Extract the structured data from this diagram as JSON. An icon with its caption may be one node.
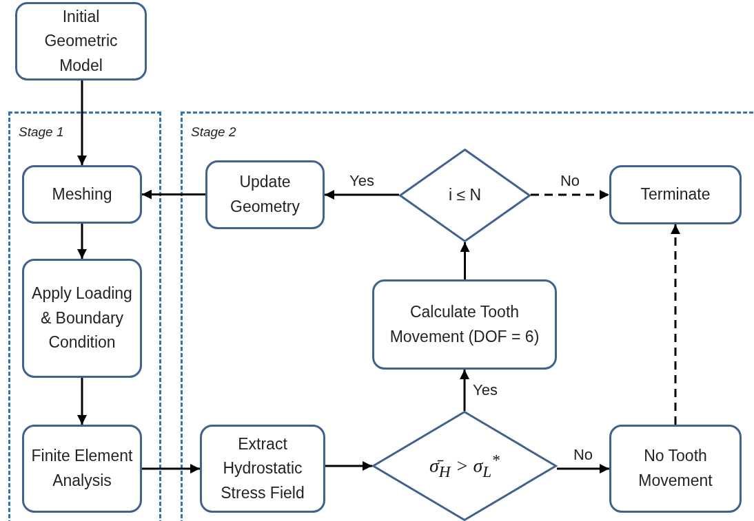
{
  "diagram": {
    "nodes": [
      {
        "text": [
          "Initial Geometric Model"
        ]
      },
      {
        "text": [
          "Stage 1"
        ]
      },
      {
        "text": [
          "Meshing"
        ],
        "in": 1
      },
      {
        "text": [
          "Apply Loading & Boundary Condition"
        ],
        "in": 1
      },
      {
        "text": [
          "Finite Element Analysis"
        ],
        "in": 1
      },
      {
        "text": [
          "Stage 2"
        ]
      },
      {
        "text": [
          "Update Geometry"
        ],
        "in": 5
      },
      {
        "text": [
          "i ≤ N"
        ],
        "in": 5
      },
      {
        "text": [
          "Terminate"
        ],
        "in": 5
      },
      {
        "text": [
          "Calculate Tooth Movement (DOF = 6)"
        ],
        "in": 5
      },
      {
        "text": [
          "Extract Hydrostatic Stress Field"
        ],
        "in": 5
      },
      {
        "text": [
          "σ̄$_{H}$ > σ$_{L}$$^{*}$"
        ],
        "in": 5
      },
      {
        "text": [
          "No Tooth Movement"
        ],
        "in": 5
      }
    ],
    "edges": [
      {
        "from": 0,
        "to": 2,
        "arrow": "to"
      },
      {
        "from": 2,
        "to": 3,
        "arrow": "to"
      },
      {
        "from": 3,
        "to": 4,
        "arrow": "to"
      },
      {
        "from": 4,
        "to": 10,
        "arrow": "to"
      },
      {
        "from": 10,
        "to": 11,
        "arrow": "to"
      },
      {
        "from": 11,
        "to": 9,
        "arrow": "to",
        "label": "Yes"
      },
      {
        "from": 11,
        "to": 12,
        "arrow": "to",
        "label": "No"
      },
      {
        "from": 12,
        "to": 8,
        "arrow": "to",
        "style": "dashed"
      },
      {
        "from": 9,
        "to": 7,
        "arrow": "to"
      },
      {
        "from": 7,
        "to": 6,
        "arrow": "to",
        "label": "Yes"
      },
      {
        "from": 7,
        "to": 8,
        "arrow": "to",
        "label": "No",
        "style": "dashed"
      },
      {
        "from": 6,
        "to": 2,
        "arrow": "to"
      }
    ]
  }
}
